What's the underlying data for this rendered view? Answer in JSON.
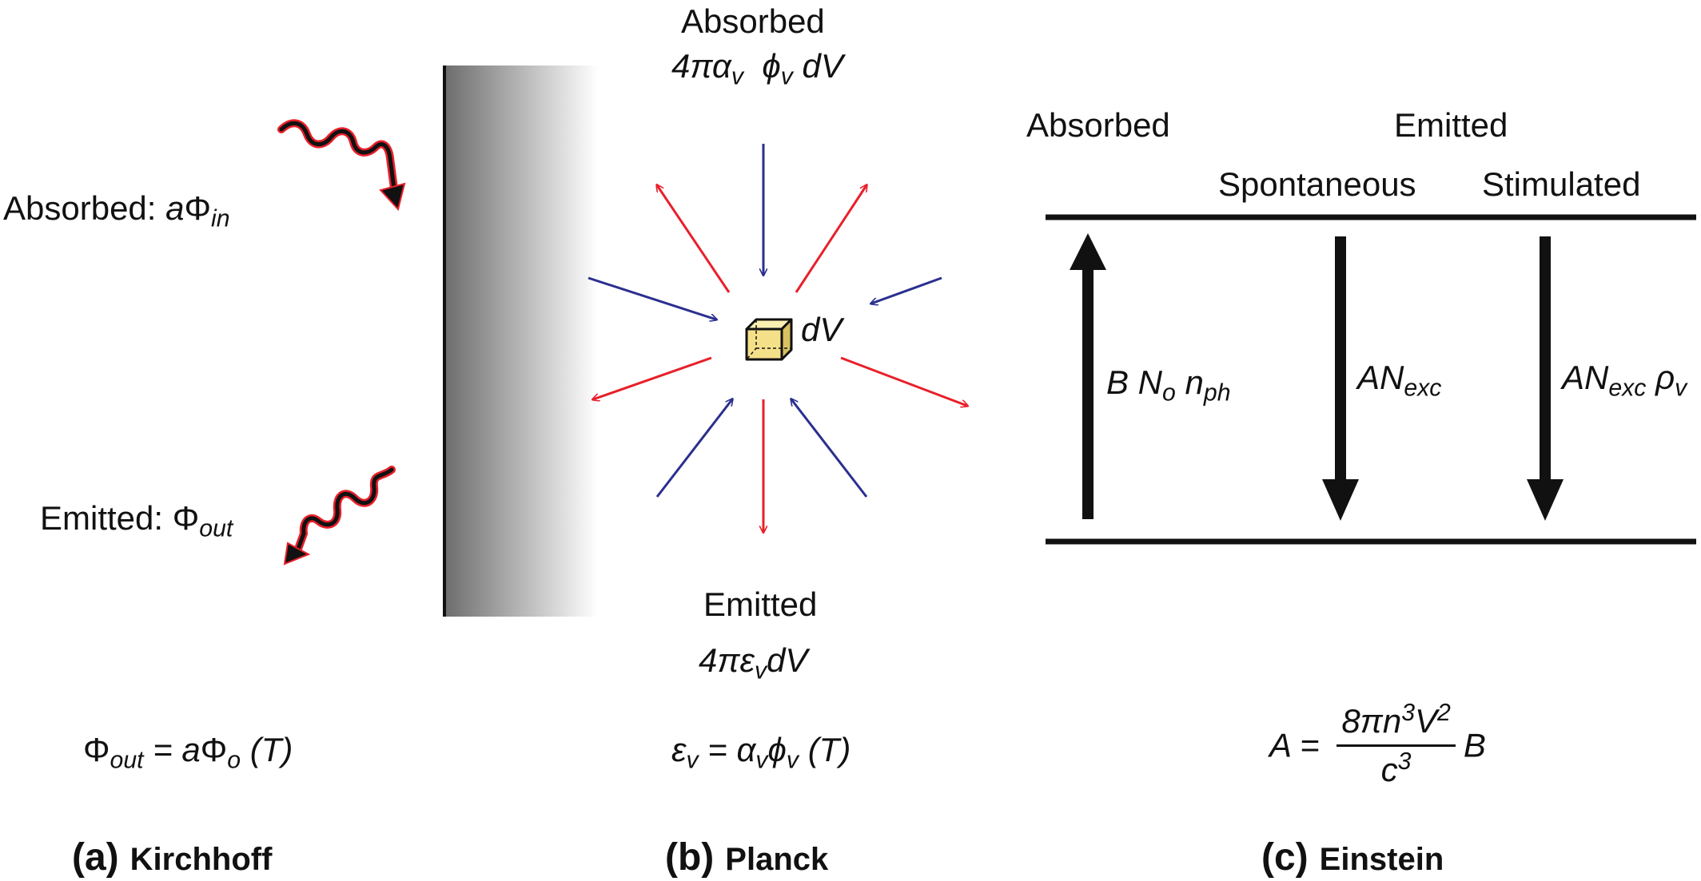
{
  "kirchhoff": {
    "absorbed_label": "Absorbed: ",
    "absorbed_sym": "a",
    "absorbed_phi": "Φ",
    "absorbed_sub": "in",
    "emitted_label": "Emitted: ",
    "emitted_phi": "Φ",
    "emitted_sub": "out",
    "eq_phi": "Φ",
    "eq_sub": "out",
    "eq_mid": " = a",
    "eq_phi2": "Φ",
    "eq_sub2": "o",
    "eq_tail": " (T)",
    "caption_letter": "(a)",
    "caption_name": "Kirchhoff"
  },
  "planck": {
    "absorbed_title": "Absorbed",
    "absorbed_expr": "4πα",
    "absorbed_sub1": "v",
    "absorbed_phi": "  ϕ",
    "absorbed_sub2": "v",
    "absorbed_tail": " dV",
    "volume_label": "dV",
    "emitted_title": "Emitted",
    "emitted_expr": "4πε",
    "emitted_sub": "v",
    "emitted_tail": "dV",
    "eq_eps": "ε",
    "eq_sub1": "v",
    "eq_mid": " = α",
    "eq_sub2": "v",
    "eq_phi": "ϕ",
    "eq_sub3": "v",
    "eq_tail": " (T)",
    "caption_letter": "(b)",
    "caption_name": "Planck",
    "colors": {
      "absorbed_arrow": "#2b2f8f",
      "emitted_arrow": "#e8202a",
      "cube": "#f5e08a"
    }
  },
  "einstein": {
    "absorbed_title": "Absorbed",
    "emitted_title": "Emitted",
    "spontaneous_label": "Spontaneous",
    "stimulated_label": "Stimulated",
    "absorb_rate_b": "B N",
    "absorb_rate_sub1": "o",
    "absorb_rate_n": " n",
    "absorb_rate_sub2": "ph",
    "spont_rate": "AN",
    "spont_sub": "exc",
    "stim_rate": "AN",
    "stim_sub": "exc",
    "stim_rho": " ρ",
    "stim_rho_sub": "v",
    "eq_lhs": "A = ",
    "eq_num": "8πn",
    "eq_num_sup1": "3",
    "eq_num_v": "V",
    "eq_num_sup2": "2",
    "eq_den": "c",
    "eq_den_sup": "3",
    "eq_rhs": "B",
    "caption_letter": "(c)",
    "caption_name": "Einstein"
  }
}
